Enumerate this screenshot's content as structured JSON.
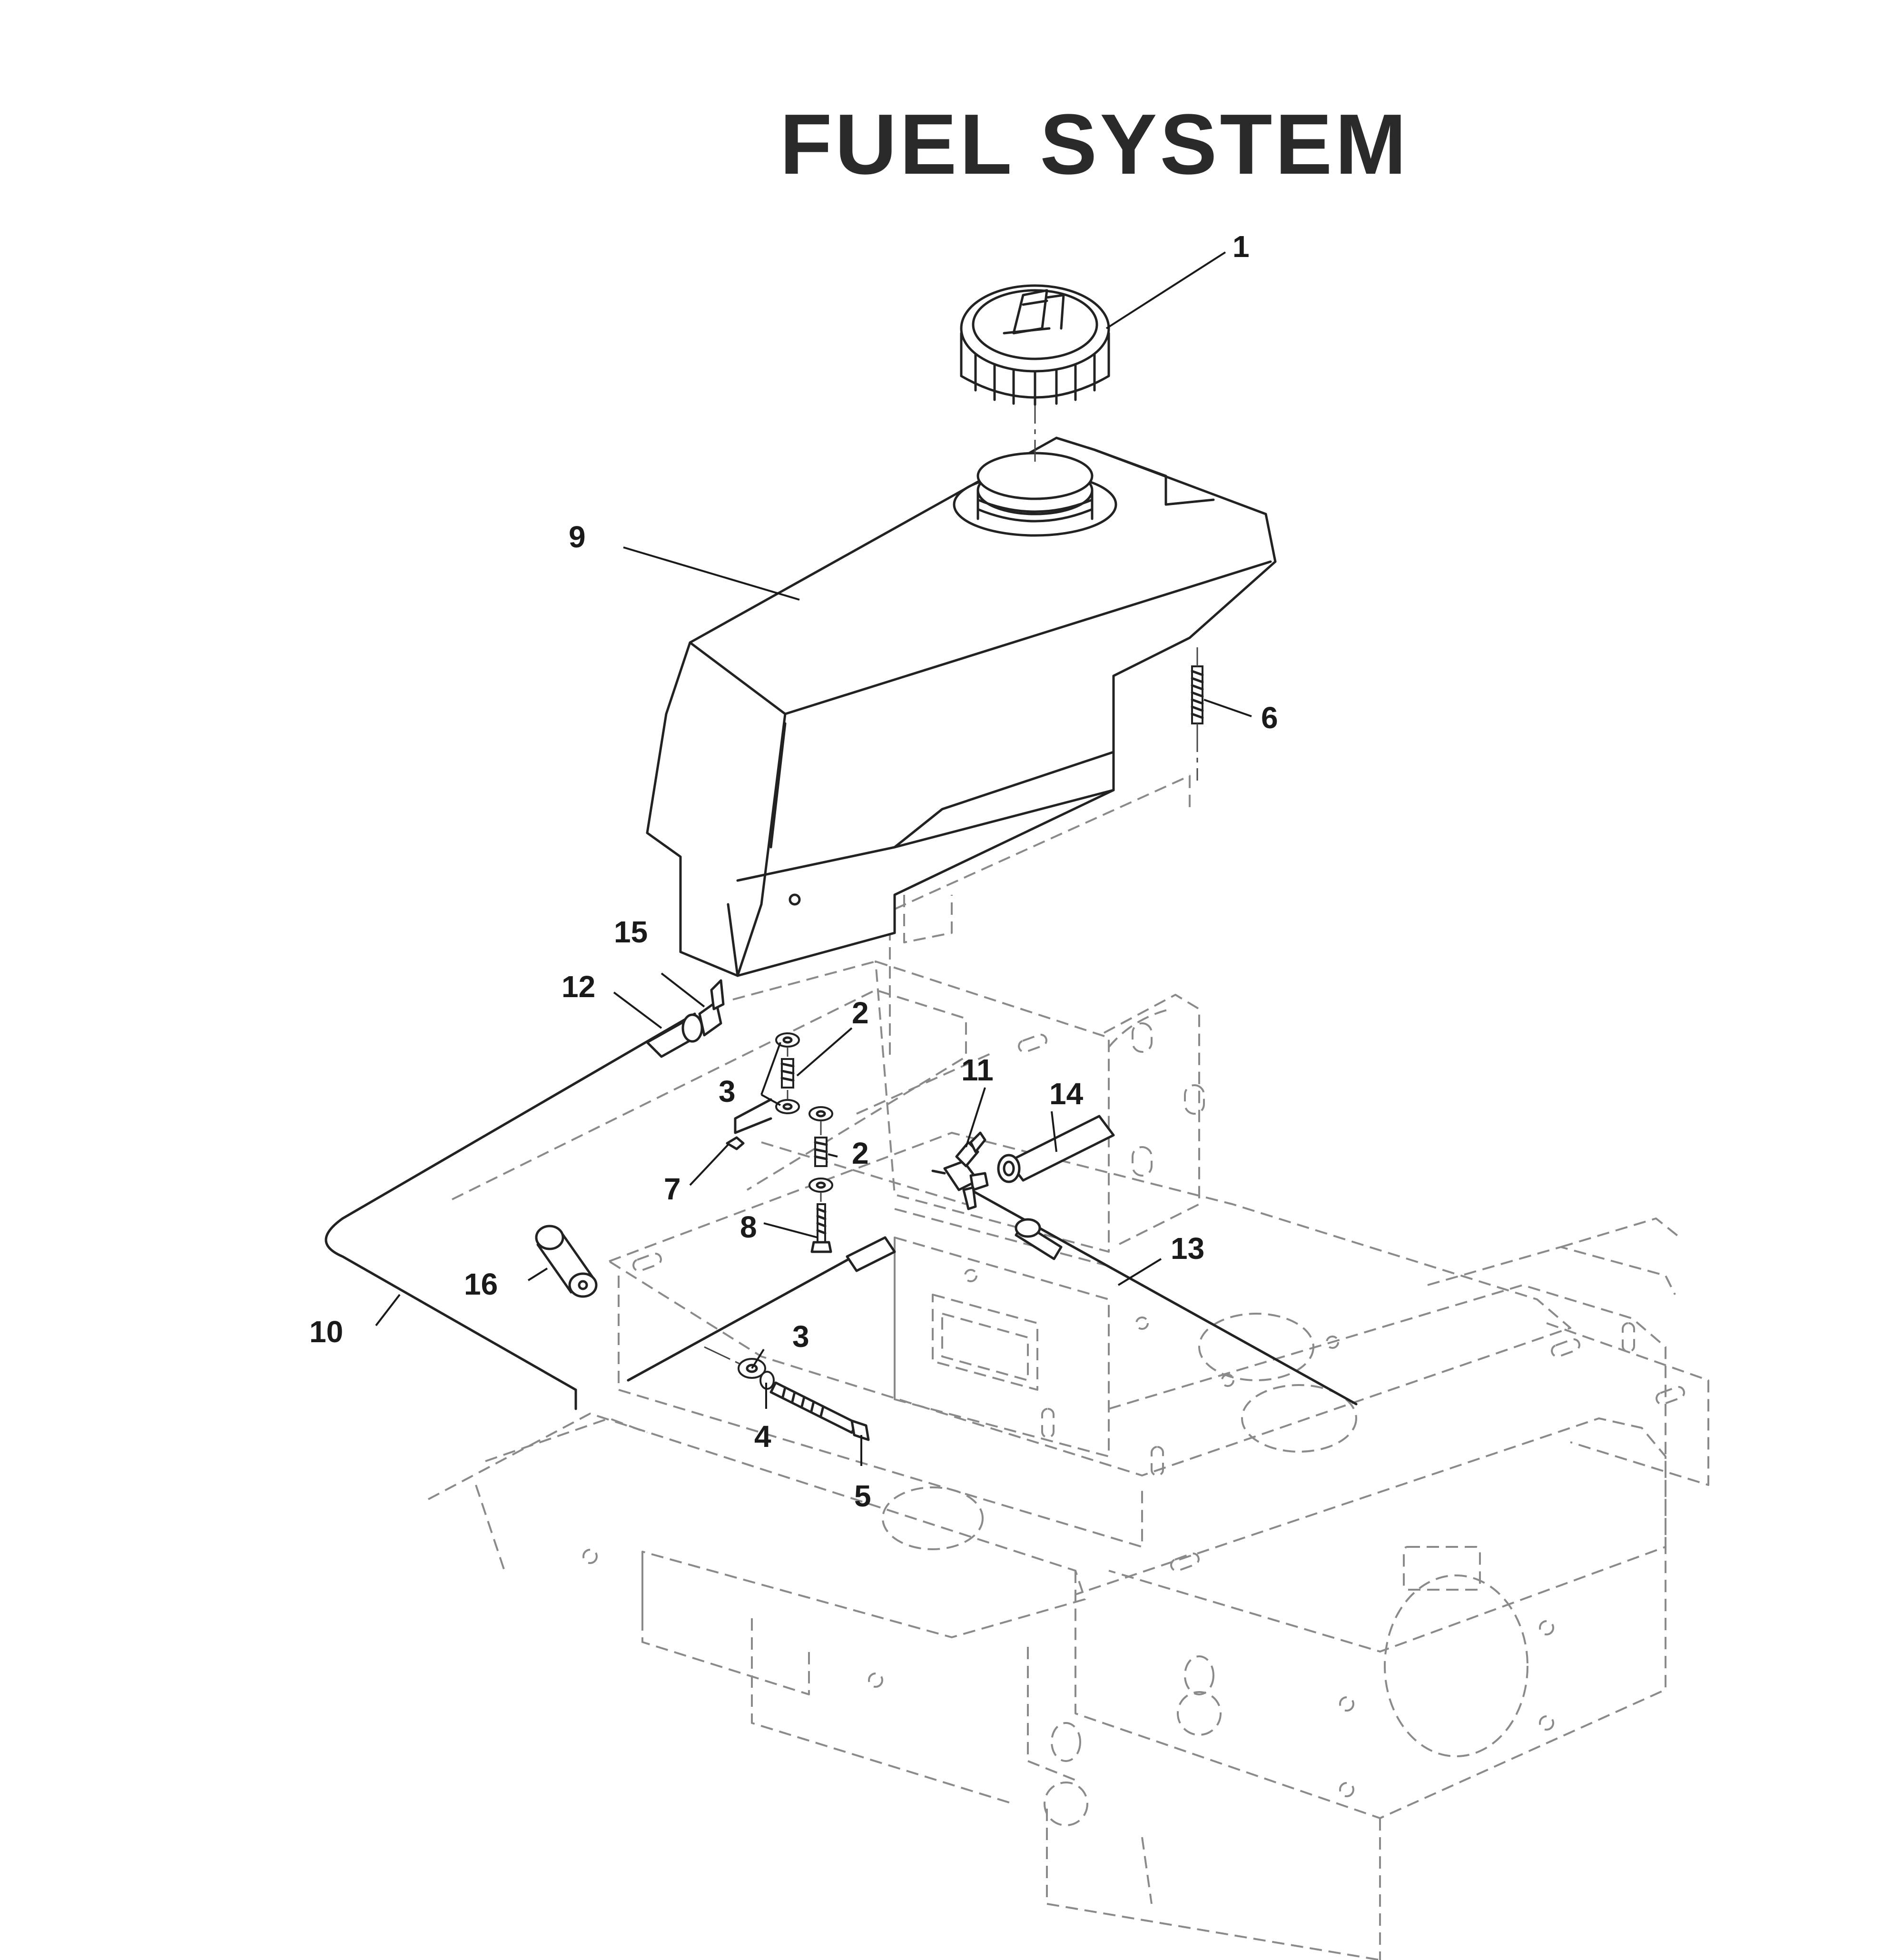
{
  "title": "FUEL SYSTEM",
  "callouts": [
    {
      "id": "c1",
      "label": "1"
    },
    {
      "id": "c2a",
      "label": "2"
    },
    {
      "id": "c2b",
      "label": "2"
    },
    {
      "id": "c3a",
      "label": "3"
    },
    {
      "id": "c3b",
      "label": "3"
    },
    {
      "id": "c4",
      "label": "4"
    },
    {
      "id": "c5",
      "label": "5"
    },
    {
      "id": "c6",
      "label": "6"
    },
    {
      "id": "c7",
      "label": "7"
    },
    {
      "id": "c8",
      "label": "8"
    },
    {
      "id": "c9",
      "label": "9"
    },
    {
      "id": "c10",
      "label": "10"
    },
    {
      "id": "c11",
      "label": "11"
    },
    {
      "id": "c12",
      "label": "12"
    },
    {
      "id": "c13",
      "label": "13"
    },
    {
      "id": "c14",
      "label": "14"
    },
    {
      "id": "c15",
      "label": "15"
    },
    {
      "id": "c16",
      "label": "16"
    }
  ],
  "icons": [
    "fuel-pump-icon"
  ]
}
